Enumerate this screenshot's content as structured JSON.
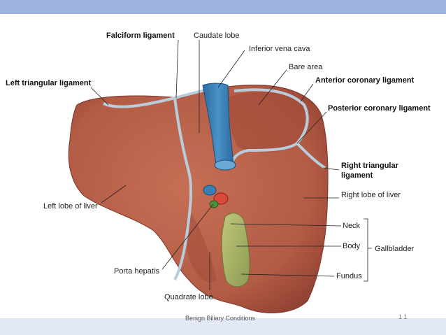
{
  "labels": {
    "falciform": "Falciform ligament",
    "caudate": "Caudate lobe",
    "ivc": "Inferior vena cava",
    "bare": "Bare area",
    "left_triangular": "Left triangular ligament",
    "anterior_coronary": "Anterior coronary ligament",
    "posterior_coronary": "Posterior coronary ligament",
    "right_triangular_1": "Right triangular",
    "right_triangular_2": "ligament",
    "right_lobe": "Right lobe of liver",
    "left_lobe": "Left lobe of liver",
    "neck": "Neck",
    "body": "Body",
    "gallbladder": "Gallbladder",
    "porta": "Porta hepatis",
    "fundus": "Fundus",
    "quadrate": "Quadrate lobe"
  },
  "footer": "Benign Biliary Conditions",
  "slide_number": "1 1",
  "colors": {
    "header_bar": "#9db3e0",
    "footer_bar": "#e3e9f4",
    "liver": "#b8614a",
    "ligament": "#b9ccd9",
    "vena_cava": "#3b7fb5",
    "gallbladder": "#a9b46a"
  }
}
